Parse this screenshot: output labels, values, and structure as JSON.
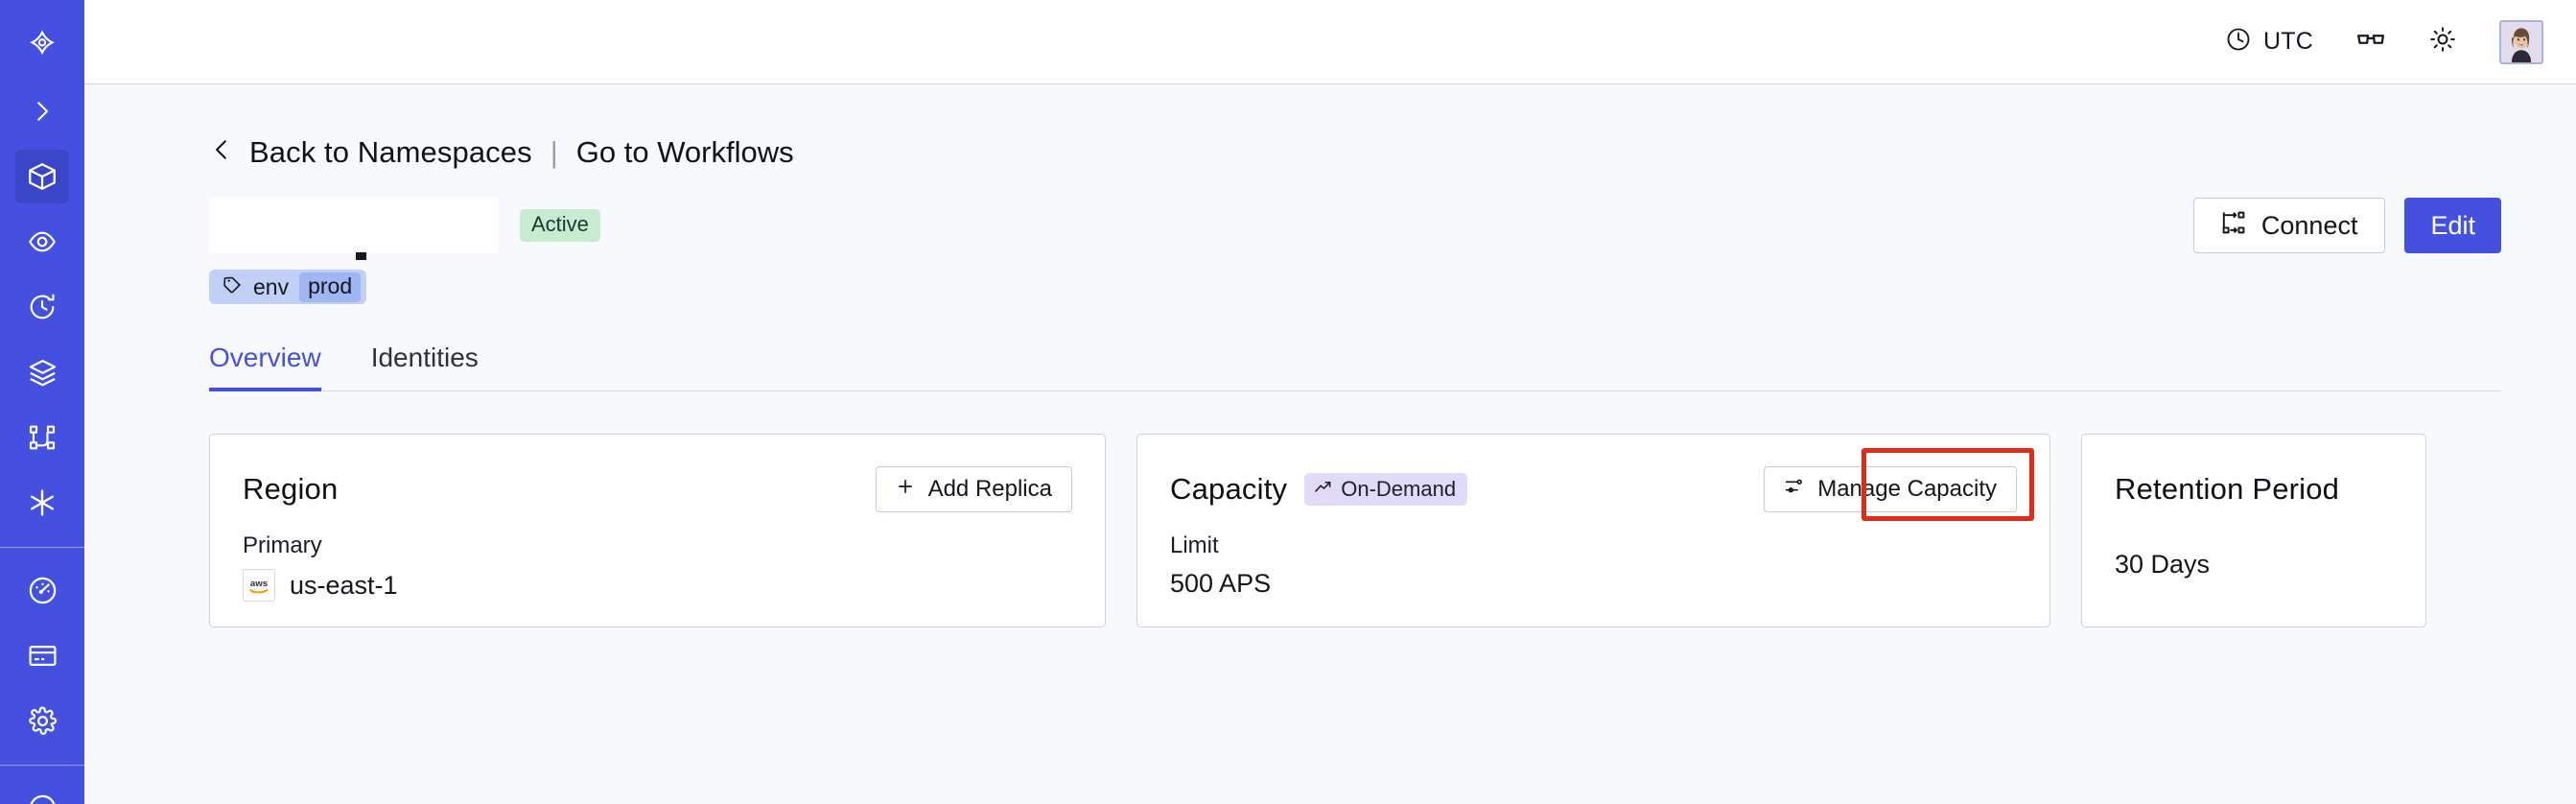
{
  "sidebar": {
    "items": [
      {
        "name": "logo",
        "icon": "temporal-logo-icon",
        "active": false
      },
      {
        "name": "expand",
        "icon": "chevron-right-icon",
        "active": false
      },
      {
        "name": "namespaces",
        "icon": "cube-icon",
        "active": true
      },
      {
        "name": "observability",
        "icon": "eye-icon",
        "active": false
      },
      {
        "name": "history",
        "icon": "clock-rewind-icon",
        "active": false
      },
      {
        "name": "layers",
        "icon": "layers-icon",
        "active": false
      },
      {
        "name": "workflows",
        "icon": "git-branch-icon",
        "active": false
      },
      {
        "name": "integrations",
        "icon": "asterisk-icon",
        "active": false
      },
      {
        "name": "usage",
        "icon": "gauge-icon",
        "active": false
      },
      {
        "name": "billing",
        "icon": "credit-card-icon",
        "active": false
      },
      {
        "name": "settings",
        "icon": "gear-icon",
        "active": false
      }
    ]
  },
  "topbar": {
    "timezone_label": "UTC",
    "timezone_icon": "clock-icon",
    "reading_icon": "glasses-icon",
    "theme_icon": "sun-icon",
    "avatar_icon": "user-avatar"
  },
  "breadcrumb": {
    "back_icon": "chevron-left-icon",
    "back_label": "Back to Namespaces",
    "separator": "|",
    "link_label": "Go to Workflows"
  },
  "namespace": {
    "name": "",
    "name_redacted": true,
    "status_badge": "Active",
    "tag": {
      "icon": "tag-icon",
      "key": "env",
      "value": "prod"
    }
  },
  "header_actions": {
    "connect_label": "Connect",
    "connect_icon": "connect-icon",
    "edit_label": "Edit"
  },
  "tabs": [
    {
      "label": "Overview",
      "active": true
    },
    {
      "label": "Identities",
      "active": false
    }
  ],
  "cards": {
    "region": {
      "title": "Region",
      "action_label": "Add Replica",
      "action_icon": "plus-icon",
      "sub_label": "Primary",
      "provider_icon": "aws-logo",
      "value": "us-east-1"
    },
    "capacity": {
      "title": "Capacity",
      "badge_label": "On-Demand",
      "badge_icon": "trend-up-icon",
      "action_label": "Manage Capacity",
      "action_icon": "sliders-icon",
      "sub_label": "Limit",
      "value": "500 APS",
      "highlighted": true
    },
    "retention": {
      "title": "Retention Period",
      "value": "30 Days"
    }
  },
  "colors": {
    "sidebar_bg": "#4450e0",
    "sidebar_active": "#3a46c8",
    "accent": "#4450e0",
    "page_bg": "#f8f9fc",
    "card_border": "#c9d2e6",
    "badge_active_bg": "#c7ecd1",
    "badge_ondemand_bg": "#e2dbf8",
    "tag_bg": "#c2d0f7",
    "tag_value_bg": "#9fb6f2",
    "highlight": "#e02b1a"
  }
}
